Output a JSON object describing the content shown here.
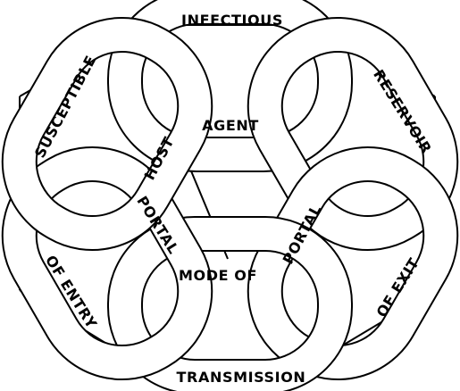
{
  "colors": {
    "ink": "#000000",
    "paper": "#ffffff"
  },
  "labels": {
    "infectious": "INFECTIOUS",
    "agent": "AGENT",
    "reservoir": "RESERVOIR",
    "portal_of_exit_line1": "PORTAL",
    "portal_of_exit_line2": "OF EXIT",
    "mode_of_transmission_line1": "MODE OF",
    "mode_of_transmission_line2": "TRANSMISSION",
    "portal_of_entry_line1": "PORTAL",
    "portal_of_entry_line2": "OF ENTRY",
    "susceptible_host_line1": "SUSCEPTIBLE",
    "susceptible_host_line2": "HOST"
  }
}
